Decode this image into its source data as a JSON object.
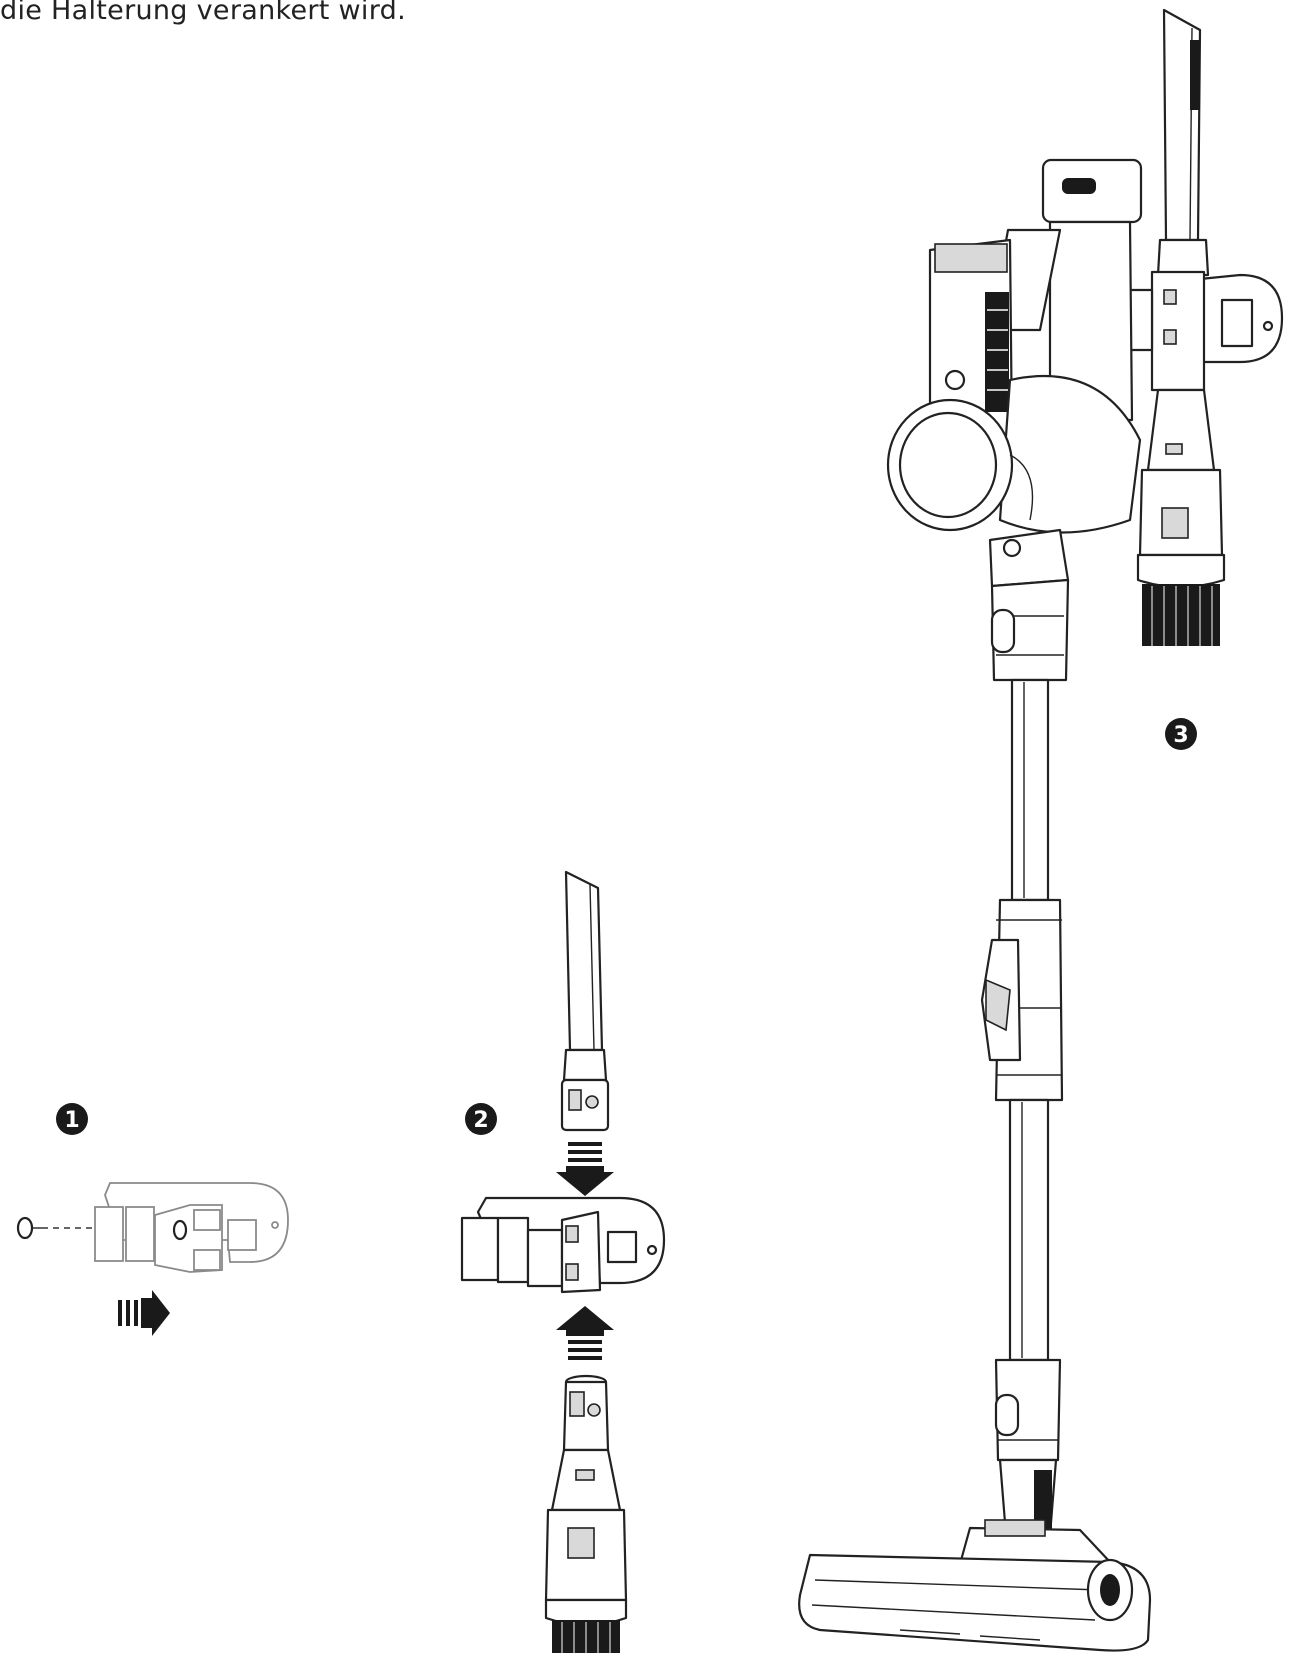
{
  "intro_text": "die Halterung verankert wird.",
  "steps": [
    {
      "number": "1"
    },
    {
      "number": "2"
    },
    {
      "number": "3"
    }
  ],
  "colors": {
    "ink": "#1a1a1a",
    "paper": "#ffffff"
  }
}
